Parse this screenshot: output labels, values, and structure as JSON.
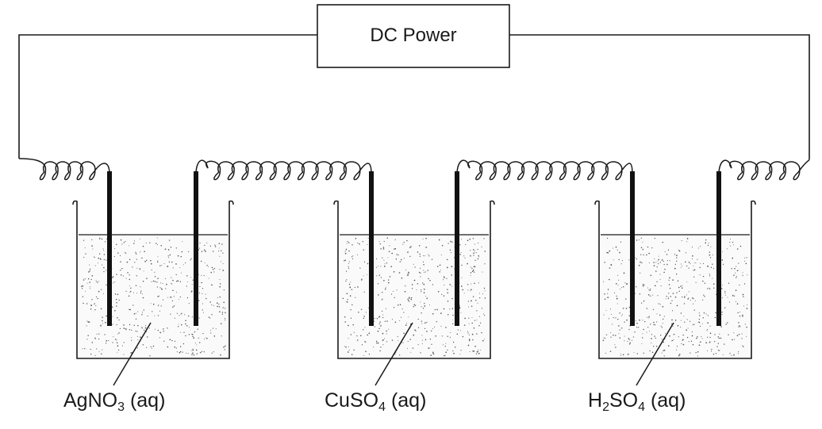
{
  "power_supply": {
    "label": "DC Power"
  },
  "cells": [
    {
      "label": {
        "main": "AgNO",
        "sub": "3",
        "tail": " (aq)"
      }
    },
    {
      "label": {
        "main": "CuSO",
        "sub": "4",
        "tail": " (aq)"
      }
    },
    {
      "label": {
        "pre": "H",
        "presub": "2",
        "main": "SO",
        "sub": "4",
        "tail": " (aq)"
      }
    }
  ],
  "colors": {
    "stroke": "#1a1a1a",
    "electrode": "#111111",
    "dots": "#555555",
    "background": "#ffffff"
  },
  "icons": [
    "dc-power-source",
    "coiled-wire",
    "electrode",
    "beaker",
    "electrolyte-solution"
  ]
}
